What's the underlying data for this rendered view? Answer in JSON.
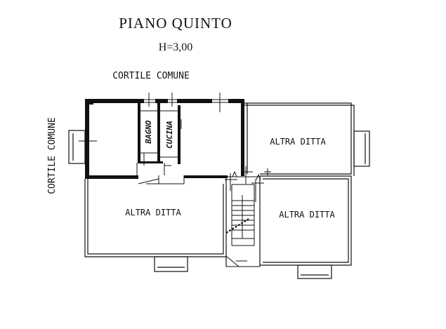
{
  "header": {
    "title": "PIANO QUINTO",
    "height_note": "H=3,00"
  },
  "labels": {
    "courtyard_top": "CORTILE COMUNE",
    "courtyard_left": "CORTILE COMUNE"
  },
  "rooms": {
    "bathroom": "BAGNO",
    "kitchen": "CUCINA",
    "other_top_right": "ALTRA DITTA",
    "other_bottom_left": "ALTRA DITTA",
    "other_bottom_right": "ALTRA DITTA"
  },
  "colors": {
    "ink": "#111111",
    "background": "#ffffff"
  }
}
